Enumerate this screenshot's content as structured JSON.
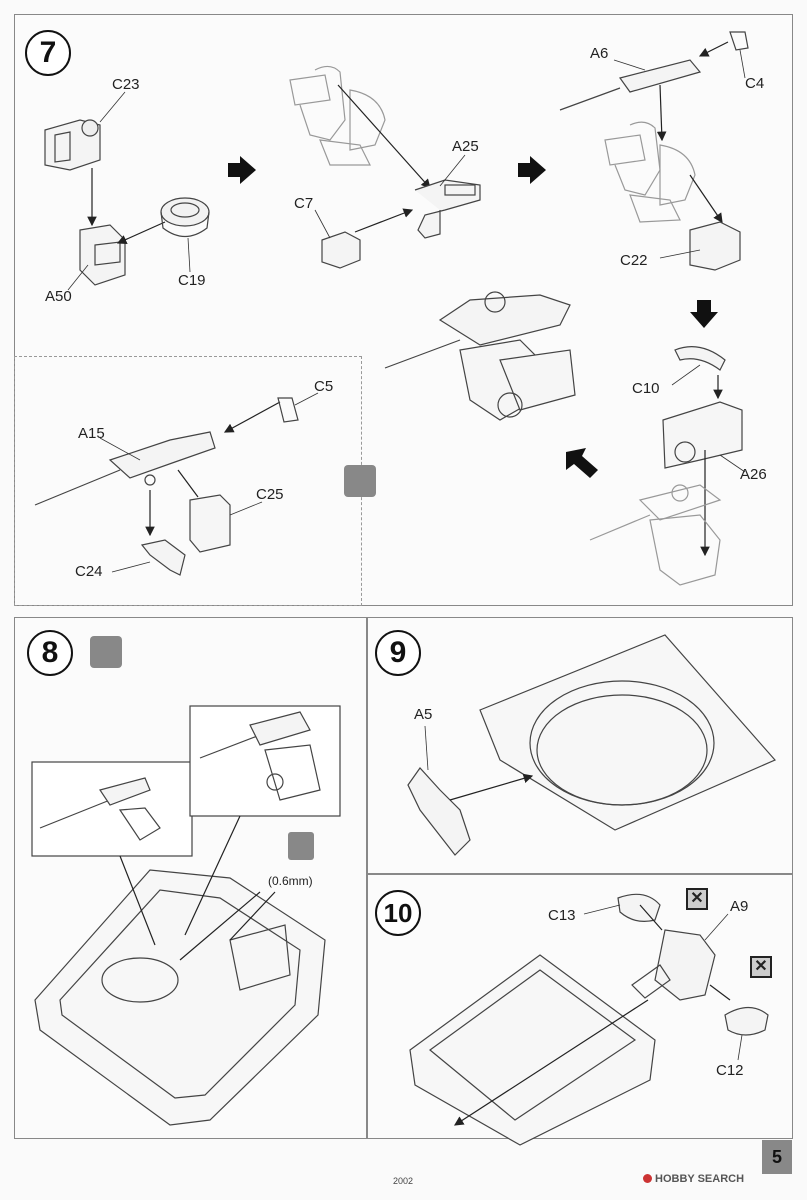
{
  "steps": {
    "s7": "7",
    "s8": "8",
    "s9": "9",
    "s10": "10"
  },
  "labels": {
    "c23": "C23",
    "a50": "A50",
    "c19": "C19",
    "c7": "C7",
    "a25": "A25",
    "a6": "A6",
    "c4": "C4",
    "c22": "C22",
    "c10": "C10",
    "a26": "A26",
    "a15": "A15",
    "c5": "C5",
    "c25": "C25",
    "c24": "C24",
    "drill": "(0.6mm)",
    "a5": "A5",
    "c13": "C13",
    "a9": "A9",
    "c12": "C12"
  },
  "footer": {
    "page": "5",
    "code": "2002",
    "watermark": "HOBBY SEARCH"
  },
  "icons": [
    "arrow-right-icon",
    "arrow-down-icon",
    "arrow-up-left-icon",
    "flip-side-icon",
    "drill-icon",
    "cross-box-icon"
  ]
}
